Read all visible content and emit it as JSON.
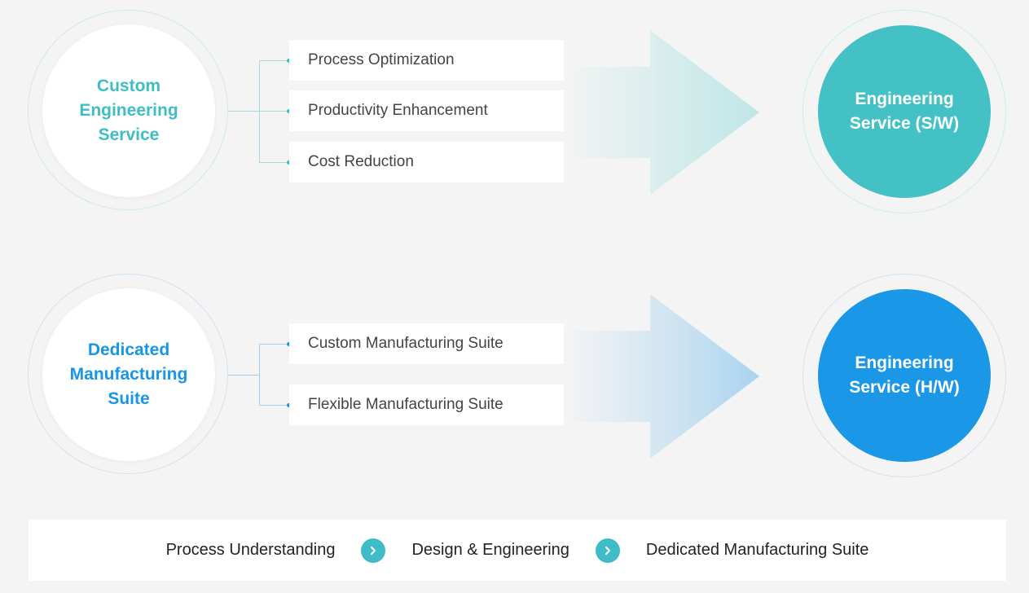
{
  "rows": [
    {
      "source": "Custom Engineering Service",
      "items": [
        "Process Optimization",
        "Productivity Enhancement",
        "Cost Reduction"
      ],
      "target": "Engineering Service (S/W)",
      "accent": "#43c1c4"
    },
    {
      "source": "Dedicated Manufacturing Suite",
      "items": [
        "Custom Manufacturing Suite",
        "Flexible Manufacturing Suite"
      ],
      "target": "Engineering Service (H/W)",
      "accent": "#1a97e7"
    }
  ],
  "process": {
    "steps": [
      "Process Understanding",
      "Design & Engineering",
      "Dedicated Manufacturing Suite"
    ],
    "chevron_icon": "chevron-right-icon",
    "chevron_color": "#3fbcc5"
  }
}
